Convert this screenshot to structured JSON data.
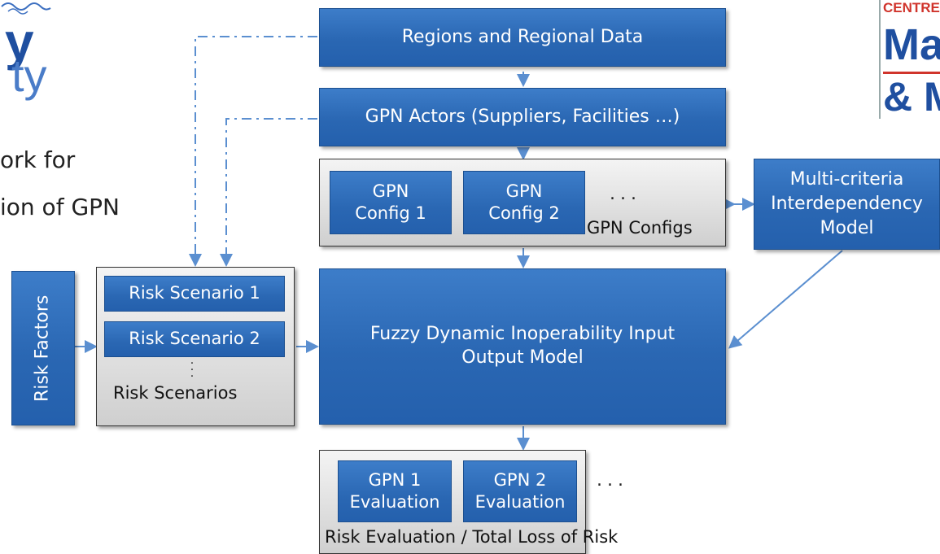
{
  "logo_left": {
    "line1": "y",
    "line2": "ty"
  },
  "logo_right": {
    "line1": "CENTRE",
    "line2": "Mar",
    "line3": "& M"
  },
  "left_text": {
    "line1": "ork for",
    "line2": "ion of GPN"
  },
  "boxes": {
    "regions": "Regions and Regional Data",
    "actors": "GPN Actors (Suppliers, Facilities …)",
    "fdiim_line1": "Fuzzy Dynamic Inoperability Input",
    "fdiim_line2": "Output Model",
    "mcim_line1": "Multi-criteria",
    "mcim_line2": "Interdependency",
    "mcim_line3": "Model",
    "risk_factors": "Risk Factors"
  },
  "configs": {
    "config1_line1": "GPN",
    "config1_line2": "Config 1",
    "config2_line1": "GPN",
    "config2_line2": "Config 2",
    "ellipsis": "...",
    "group_label": "GPN Configs"
  },
  "scenarios": {
    "s1": "Risk Scenario 1",
    "s2": "Risk Scenario 2",
    "group_label": "Risk Scenarios"
  },
  "evaluations": {
    "e1_line1": "GPN 1",
    "e1_line2": "Evaluation",
    "e2_line1": "GPN 2",
    "e2_line2": "Evaluation",
    "ellipsis": "...",
    "group_label": "Risk Evaluation / Total Loss of Risk"
  },
  "colors": {
    "box_blue": "#2a67b3",
    "arrow_blue": "#5b8fd0",
    "logo_blue": "#1f4fa0",
    "logo_red": "#d0342c"
  }
}
